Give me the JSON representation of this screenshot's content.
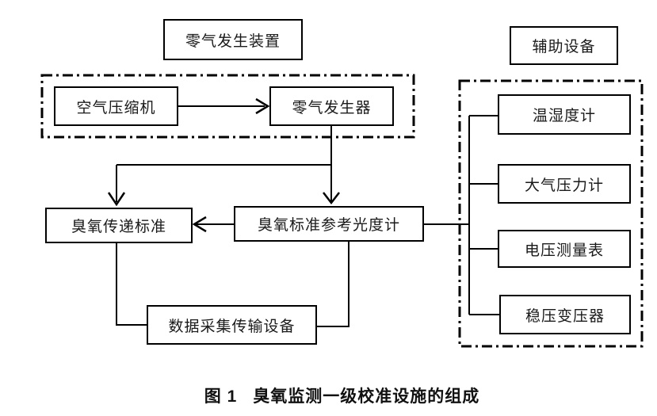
{
  "figure": {
    "caption_prefix": "图 1",
    "caption_title": "臭氧监测一级校准设施的组成"
  },
  "groups": {
    "zero_gas_device": {
      "label": "零气发生装置"
    },
    "auxiliary_equipment": {
      "label": "辅助设备"
    }
  },
  "nodes": {
    "air_compressor": {
      "label": "空气压缩机"
    },
    "zero_gas_generator": {
      "label": "零气发生器"
    },
    "ozone_transfer_standard": {
      "label": "臭氧传递标准"
    },
    "ozone_standard_reference_photometer": {
      "label": "臭氧标准参考光度计"
    },
    "data_acquisition_transmission": {
      "label": "数据采集传输设备"
    },
    "thermo_hygrometer": {
      "label": "温湿度计"
    },
    "barometric_pressure_meter": {
      "label": "大气压力计"
    },
    "voltage_meter": {
      "label": "电压测量表"
    },
    "voltage_stabilizing_transformer": {
      "label": "稳压变压器"
    }
  },
  "colors": {
    "line": "#000000",
    "text": "#1a1a1a",
    "background": "#ffffff"
  }
}
